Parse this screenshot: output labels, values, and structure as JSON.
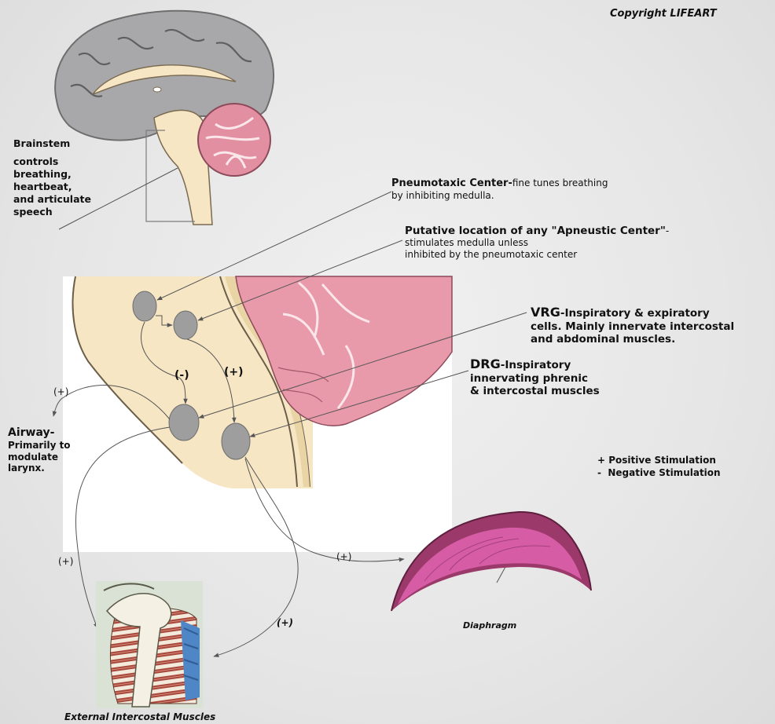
{
  "copyright": "Copyright LIFEART",
  "brainstem": {
    "title": "Brainstem",
    "description": "controls\nbreathing,\nheartbeat,\nand articulate\nspeech"
  },
  "pneumotaxic": {
    "title": "Pneumotaxic Center-",
    "line1_rest": "fine tunes breathing",
    "line2": "by inhibiting medulla."
  },
  "apneustic": {
    "title": "Putative location of any \"Apneustic Center\"",
    "dash": "-",
    "line2": "stimulates medulla unless",
    "line3": "inhibited by the pneumotaxic center"
  },
  "vrg": {
    "abbr": "VRG",
    "line1_rest": "-Inspiratory & expiratory",
    "line2": "cells. Mainly innervate intercostal",
    "line3": "and abdominal muscles."
  },
  "drg": {
    "abbr": "DRG",
    "line1_rest": "-Inspiratory",
    "line2": "innervating phrenic",
    "line3": "& intercostal muscles"
  },
  "airway": {
    "title": "Airway-",
    "line2": "Primarily to",
    "line3": "modulate",
    "line4": "larynx."
  },
  "legend": {
    "positive": "+ Positive Stimulation",
    "negative": "-  Negative Stimulation"
  },
  "signs": {
    "airway_plus": "(+)",
    "inhibit_minus": "(-)",
    "stim_plus": "(+)",
    "intercostal_plus_left": "(+)",
    "diaphragm_plus": "(+)",
    "intercostal_plus_right": "(+)"
  },
  "labels": {
    "diaphragm": "Diaphragm",
    "external_intercostal": "External Intercostal Muscles"
  },
  "colors": {
    "cortex_gray": "#a8a8aa",
    "brainstem_cream": "#f7e6c4",
    "cerebellum_pink": "#e28fa2",
    "nucleus_gray": "#9e9e9e",
    "diaphragm_magenta": "#d75ca6",
    "diaphragm_dark": "#9b3a6a",
    "rib_red": "#a6493c",
    "rib_blue": "#4f86c6"
  }
}
